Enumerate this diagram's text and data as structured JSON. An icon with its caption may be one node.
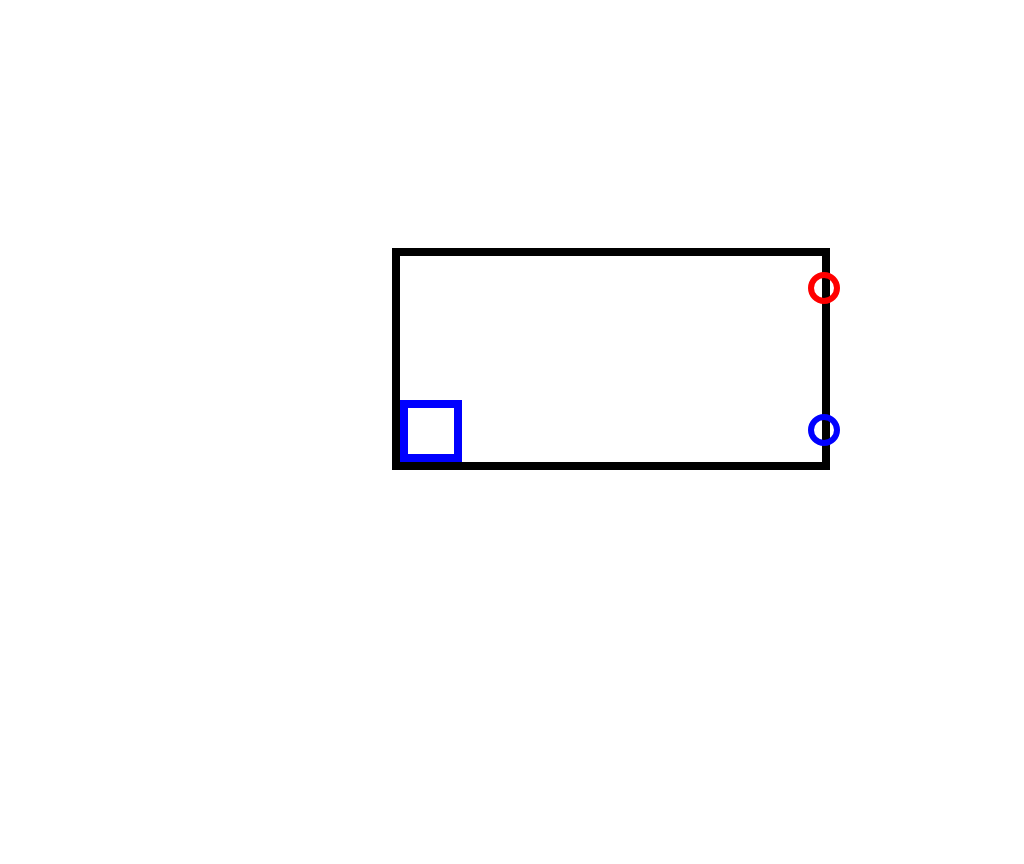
{
  "diagram": {
    "nodes": [
      {
        "text": [],
        "shape": "box"
      },
      {
        "text": [],
        "shape": "box",
        "in": 0
      },
      {
        "text": [],
        "shape": "circle"
      },
      {
        "text": [],
        "shape": "circle"
      }
    ]
  }
}
